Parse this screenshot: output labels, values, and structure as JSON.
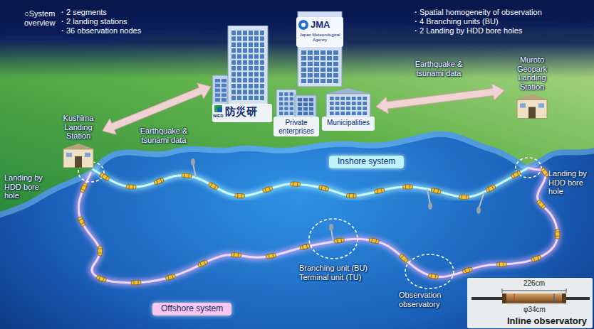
{
  "diagram": {
    "nodes": [
      {
        "text": [
          "NIED",
          "防災研"
        ]
      },
      {
        "text": [
          "JMA",
          "Japan Meteorological Agency"
        ]
      },
      {
        "text": [
          "Private enterprises"
        ]
      },
      {
        "text": [
          "Municipalities"
        ]
      },
      {
        "text": [
          "Kushima Landing Station"
        ]
      },
      {
        "text": [
          "Muroto Geopark Landing Station"
        ]
      },
      {
        "text": [
          "Inshore system"
        ]
      },
      {
        "text": [
          "Offshore system"
        ]
      }
    ],
    "edges": [
      {
        "from": 4,
        "to": 0,
        "label": "Earthquake & tsunami data",
        "arrow": "both"
      },
      {
        "from": 3,
        "to": 5,
        "label": "Earthquake & tsunami data",
        "arrow": "both"
      }
    ],
    "labels": [
      "○System overview",
      "・2 segments",
      "・2 landing stations",
      "・36 observation nodes",
      "・Spatial homogeneity of observation",
      "・4 Branching units (BU)",
      "・2 Landing by HDD bore holes",
      "Landing by HDD bore hole",
      "Landing by HDD bore hole",
      "Branching unit (BU)",
      "Terminal unit (TU)",
      "Observation observatory",
      "226cm",
      "φ34cm",
      "Inline observatory"
    ]
  }
}
